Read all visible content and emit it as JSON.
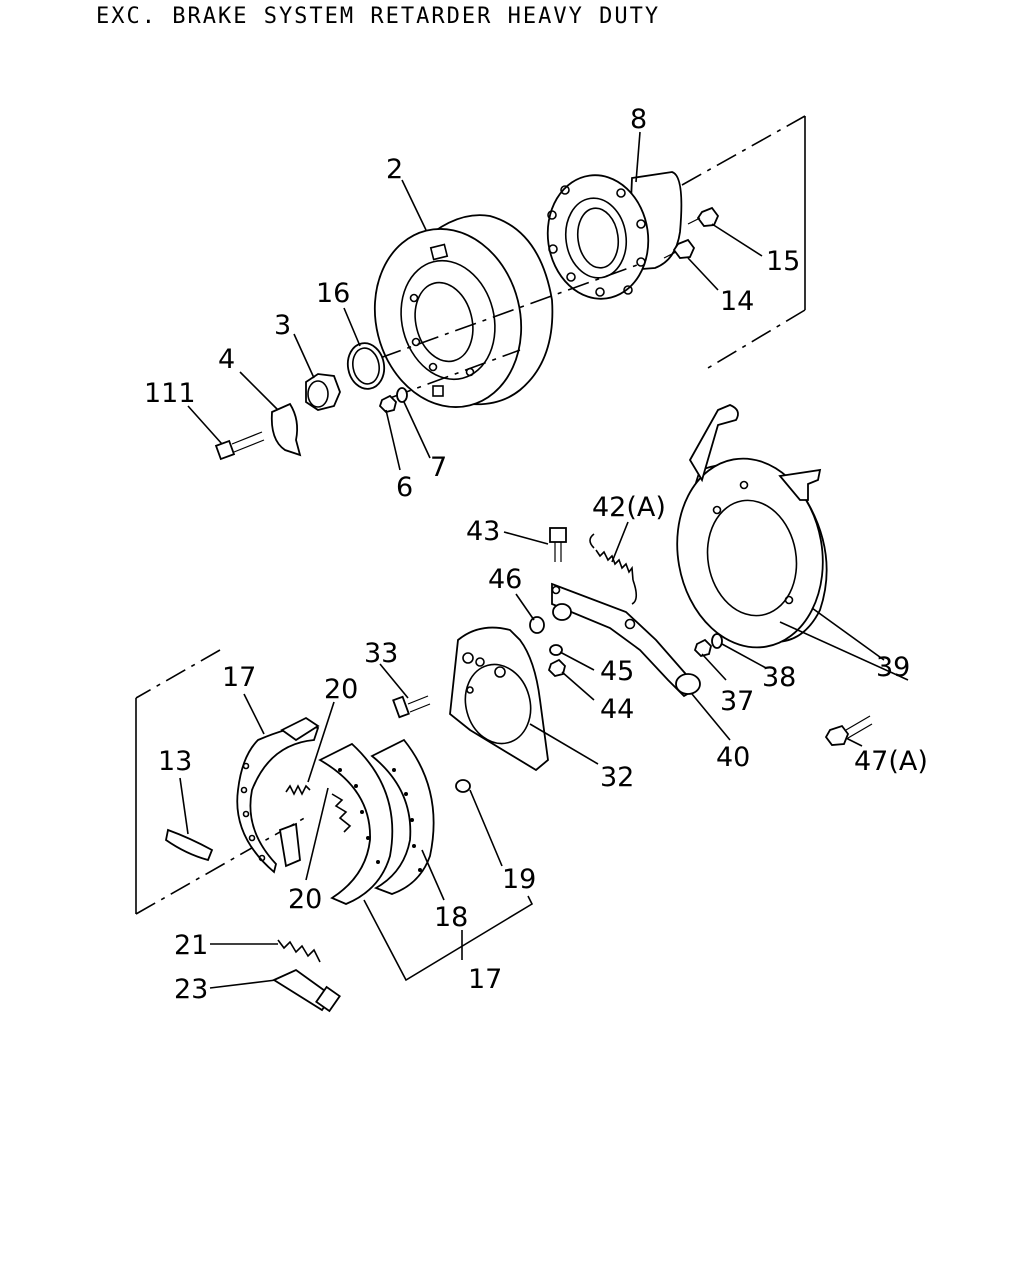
{
  "title": "EXC. BRAKE SYSTEM RETARDER HEAVY DUTY",
  "callouts": {
    "c2": "2",
    "c8": "8",
    "c15": "15",
    "c14": "14",
    "c16": "16",
    "c3": "3",
    "c4": "4",
    "c111": "111",
    "c6": "6",
    "c7": "7",
    "c42": "42(A)",
    "c43": "43",
    "c46": "46",
    "c33": "33",
    "c45": "45",
    "c44": "44",
    "c37": "37",
    "c38": "38",
    "c39": "39",
    "c40": "40",
    "c17a": "17",
    "c20a": "20",
    "c13": "13",
    "c20b": "20",
    "c32": "32",
    "c47": "47(A)",
    "c19": "19",
    "c18": "18",
    "c21": "21",
    "c23": "23",
    "c17b": "17"
  }
}
